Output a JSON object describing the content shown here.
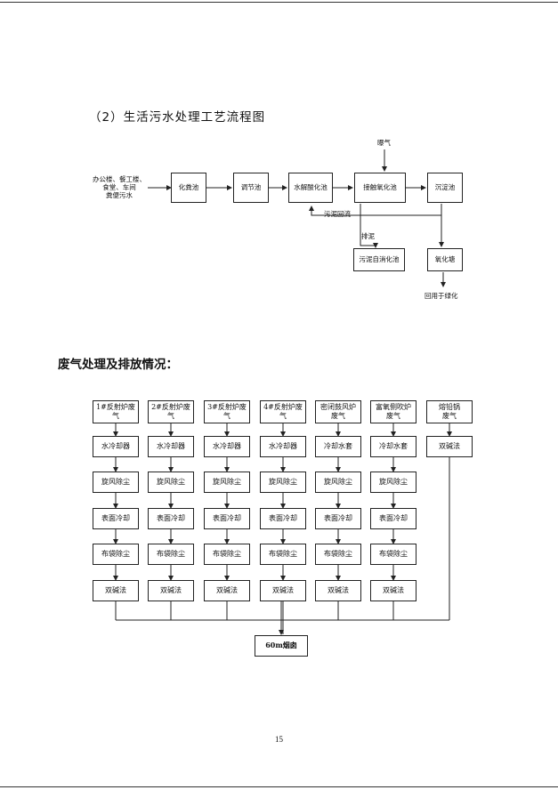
{
  "heading_sewage": "（2）生活污水处理工艺流程图",
  "heading_gas": "废气处理及排放情况：",
  "sewage": {
    "source": "办公楼、餐工楼、\n食堂、车间\n粪便污水",
    "aeration": "曝气",
    "septic": "化粪池",
    "adjust": "调节池",
    "hydrolysis": "水解酸化池",
    "contact": "接触氧化池",
    "settle": "沉淀池",
    "return": "污泥回流",
    "discharge": "排泥",
    "digest": "污泥自消化池",
    "chlorine": "氧化塘",
    "reuse": "回用于绿化"
  },
  "gas": {
    "columns": [
      {
        "source": "1#反射炉废气",
        "steps": [
          "水冷却器",
          "旋风除尘",
          "表面冷却",
          "布袋除尘",
          "双碱法"
        ]
      },
      {
        "source": "2#反射炉废气",
        "steps": [
          "水冷却器",
          "旋风除尘",
          "表面冷却",
          "布袋除尘",
          "双碱法"
        ]
      },
      {
        "source": "3#反射炉废气",
        "steps": [
          "水冷却器",
          "旋风除尘",
          "表面冷却",
          "布袋除尘",
          "双碱法"
        ]
      },
      {
        "source": "4#反射炉废气",
        "steps": [
          "水冷却器",
          "旋风除尘",
          "表面冷却",
          "布袋除尘",
          "双碱法"
        ]
      },
      {
        "source": "密闭鼓风炉\n废气",
        "steps": [
          "冷却水套",
          "旋风除尘",
          "表面冷却",
          "布袋除尘",
          "双碱法"
        ]
      },
      {
        "source": "富氧侧吹炉\n废气",
        "steps": [
          "冷却水套",
          "旋风除尘",
          "表面冷却",
          "布袋除尘",
          "双碱法"
        ]
      },
      {
        "source": "熔铅锅\n废气",
        "steps": [
          "双碱法"
        ]
      }
    ],
    "stack": "60m烟囱"
  },
  "page_number": "15"
}
